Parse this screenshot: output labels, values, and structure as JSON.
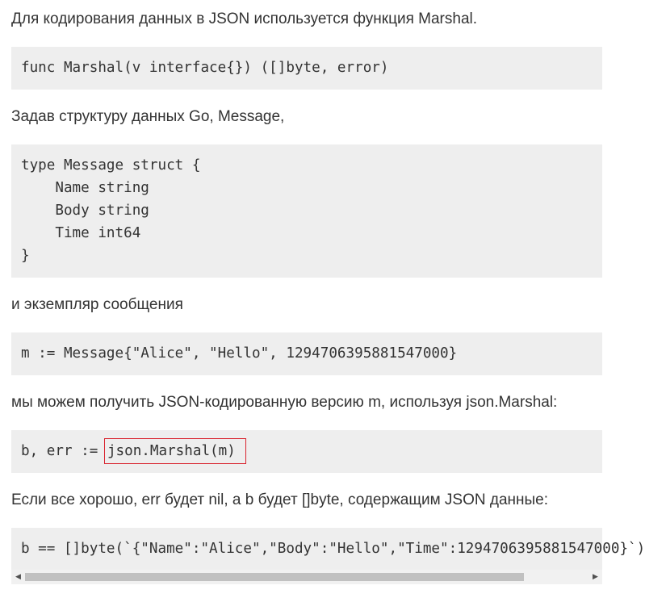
{
  "paragraphs": {
    "p1": "Для кодирования данных в JSON используется функция Marshal.",
    "p2": "Задав структуру данных Go, Message,",
    "p3": "и экземпляр сообщения",
    "p4": "мы можем получить JSON-кодированную версию m, используя json.Marshal:",
    "p5": "Если все хорошо, err будет nil, а b будет []byte, содержащим JSON данные:"
  },
  "code": {
    "marshal_signature": "func Marshal(v interface{}) ([]byte, error)",
    "struct_lines": [
      "type Message struct {",
      "    Name string",
      "    Body string",
      "    Time int64",
      "}"
    ],
    "instance": "m := Message{\"Alice\", \"Hello\", 1294706395881547000}",
    "call_prefix": "b, err := ",
    "call_highlight": "json.Marshal(m)",
    "result": "b == []byte(`{\"Name\":\"Alice\",\"Body\":\"Hello\",\"Time\":1294706395881547000}`)"
  },
  "scrollbar": {
    "left_arrow": "◀",
    "right_arrow": "▶"
  },
  "colors": {
    "code_background": "#eeeeee",
    "highlight_border": "#d9232e",
    "text": "#333333"
  }
}
